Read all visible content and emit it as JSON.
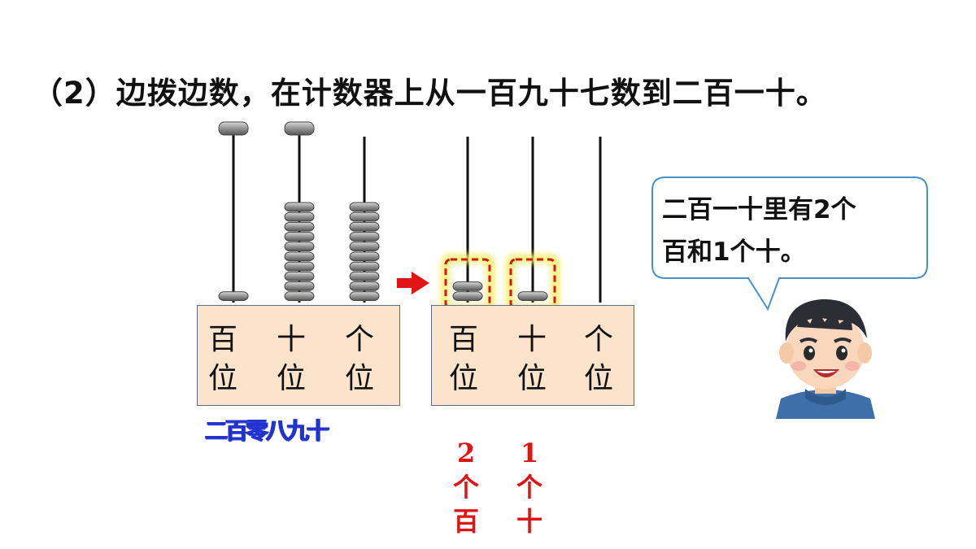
{
  "title": "（2）边拨边数，在计数器上从一百九十七数到二百一十。",
  "left_counter": {
    "places": [
      {
        "top": "百",
        "bottom": "位",
        "beads": 1
      },
      {
        "top": "十",
        "bottom": "位",
        "beads": 10
      },
      {
        "top": "个",
        "bottom": "位",
        "beads": 10
      }
    ]
  },
  "right_counter": {
    "places": [
      {
        "top": "百",
        "bottom": "位",
        "beads": 2
      },
      {
        "top": "十",
        "bottom": "位",
        "beads": 1
      },
      {
        "top": "个",
        "bottom": "位",
        "beads": 0
      }
    ]
  },
  "overlay_label": "二百零八九十",
  "annotations": {
    "hundreds": [
      "2",
      "个",
      "百"
    ],
    "tens": [
      "1",
      "个",
      "十"
    ]
  },
  "speech": {
    "line1": "二百一十里有2个",
    "line2": "百和1个十。"
  },
  "colors": {
    "bead": "#7a7a7a",
    "box_fill": "#fbe3cc",
    "red": "#e01414",
    "highlight": "#f7ef6a",
    "blue_text": "#2233cc"
  }
}
